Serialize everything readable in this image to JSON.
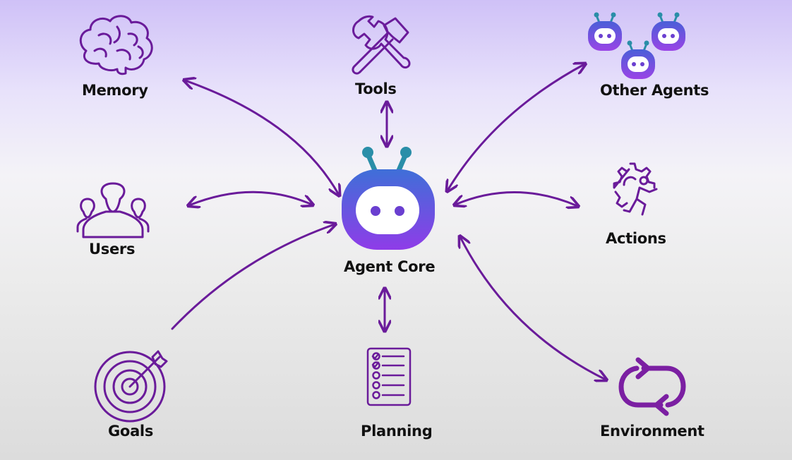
{
  "nodes": {
    "memory": {
      "label": "Memory",
      "icon": "brain-icon"
    },
    "tools": {
      "label": "Tools",
      "icon": "wrench-hammer-icon"
    },
    "other_agents": {
      "label": "Other Agents",
      "icon": "robot-group-icon"
    },
    "users": {
      "label": "Users",
      "icon": "users-icon"
    },
    "agent_core": {
      "label": "Agent Core",
      "icon": "robot-icon"
    },
    "actions": {
      "label": "Actions",
      "icon": "gear-runner-icon"
    },
    "goals": {
      "label": "Goals",
      "icon": "target-icon"
    },
    "planning": {
      "label": "Planning",
      "icon": "checklist-icon"
    },
    "environment": {
      "label": "Environment",
      "icon": "cycle-icon"
    }
  },
  "colors": {
    "accent": "#6a1b9a",
    "robot_top": "#3f6fd8",
    "robot_bottom": "#8f3ce8",
    "antenna": "#2a8ea8",
    "eye": "#d8d0f0",
    "background_top": "#cfc1f7",
    "background_bottom": "#dcdcdc"
  }
}
